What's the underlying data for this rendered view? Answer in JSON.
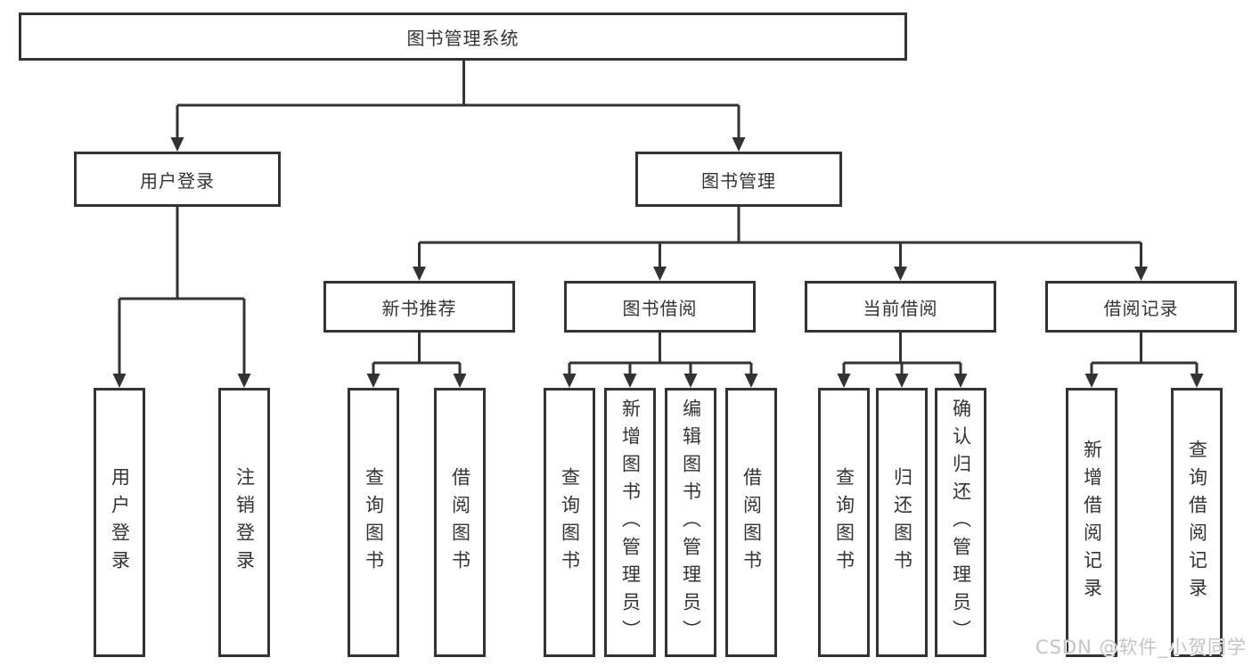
{
  "diagram_title": "图书管理系统",
  "tree": {
    "root": "图书管理系统",
    "branches": [
      {
        "label": "用户登录",
        "children": [
          "用户登录",
          "注销登录"
        ]
      },
      {
        "label": "图书管理",
        "sections": [
          {
            "label": "新书推荐",
            "children": [
              "查询图书",
              "借阅图书"
            ]
          },
          {
            "label": "图书借阅",
            "children": [
              "查询图书",
              "新增图书（管理员）",
              "编辑图书（管理员）",
              "借阅图书"
            ]
          },
          {
            "label": "当前借阅",
            "children": [
              "查询图书",
              "归还图书",
              "确认归还（管理员）"
            ]
          },
          {
            "label": "借阅记录",
            "children": [
              "新增借阅记录",
              "查询借阅记录"
            ]
          }
        ]
      }
    ]
  },
  "watermark": "CSDN @软件_小贺同学",
  "colors": {
    "line": "#333333",
    "text": "#333333",
    "box_background": "#ffffff",
    "watermark": "#c4c4c4",
    "background": "#ffffff"
  }
}
